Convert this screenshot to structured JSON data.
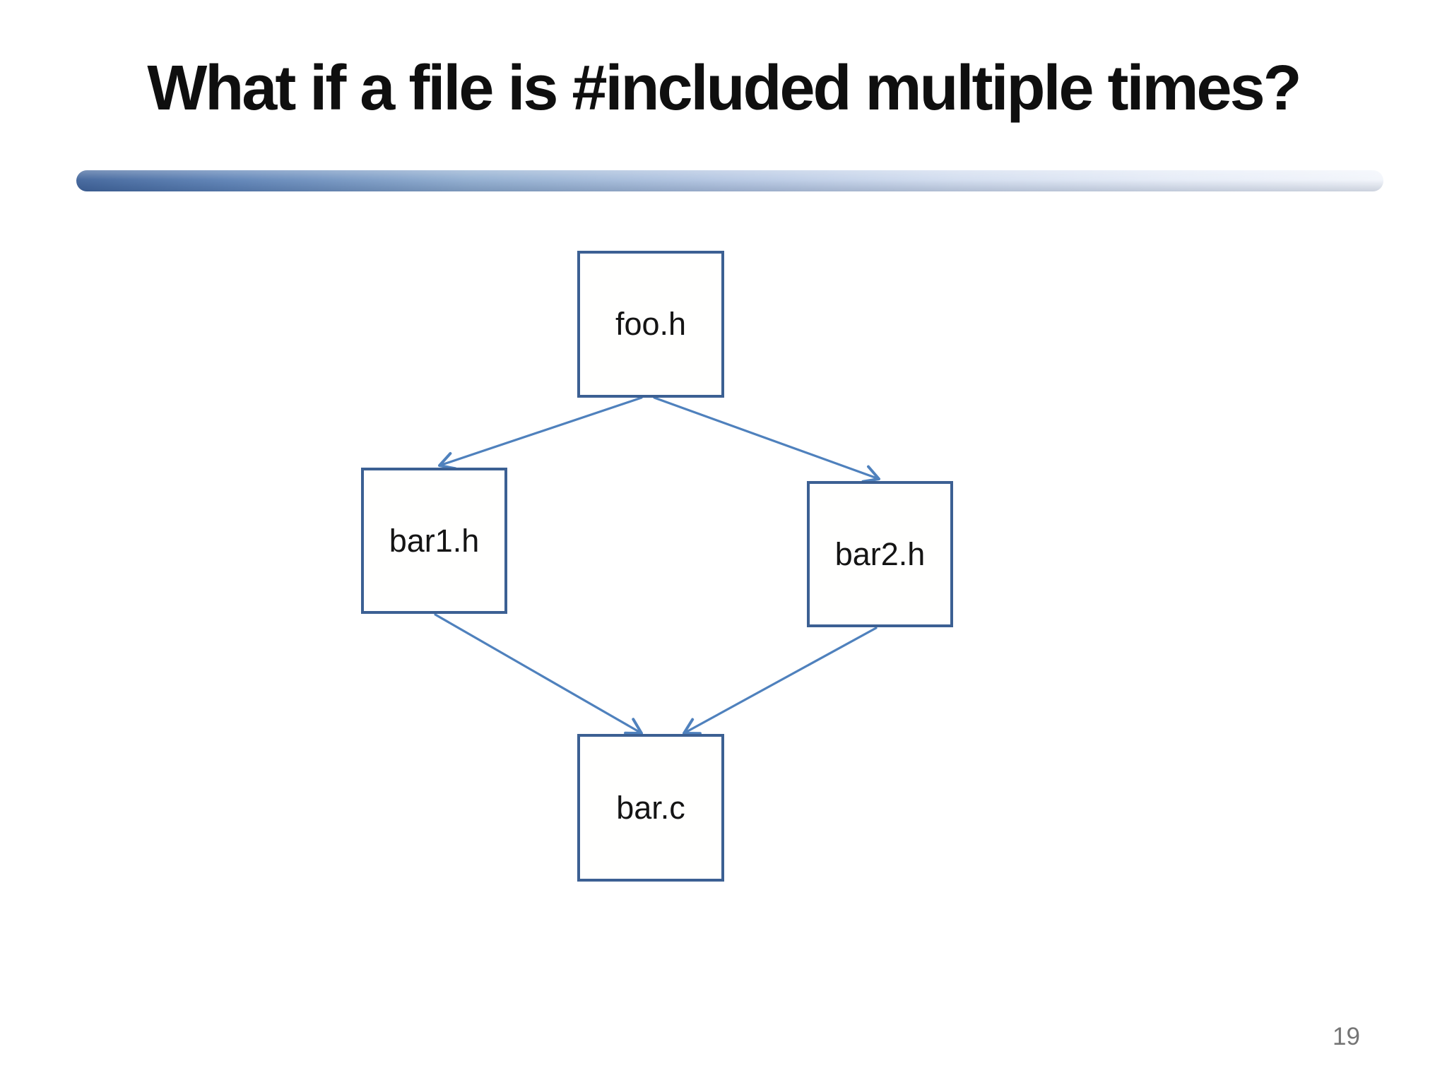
{
  "slide": {
    "title": "What if a file is #included multiple times?",
    "page_number": "19"
  },
  "diagram": {
    "nodes": [
      {
        "id": "foo.h",
        "label": "foo.h"
      },
      {
        "id": "bar1.h",
        "label": "bar1.h"
      },
      {
        "id": "bar2.h",
        "label": "bar2.h"
      },
      {
        "id": "bar.c",
        "label": "bar.c"
      }
    ],
    "edges": [
      {
        "from": "foo.h",
        "to": "bar1.h"
      },
      {
        "from": "foo.h",
        "to": "bar2.h"
      },
      {
        "from": "bar1.h",
        "to": "bar.c"
      },
      {
        "from": "bar2.h",
        "to": "bar.c"
      }
    ],
    "colors": {
      "node_border": "#3c6093",
      "arrow": "#4f81bd",
      "divider_start": "#3f639a",
      "divider_end": "#f2f5fb",
      "title_text": "#0f0f0f",
      "page_number_text": "#757575"
    }
  }
}
